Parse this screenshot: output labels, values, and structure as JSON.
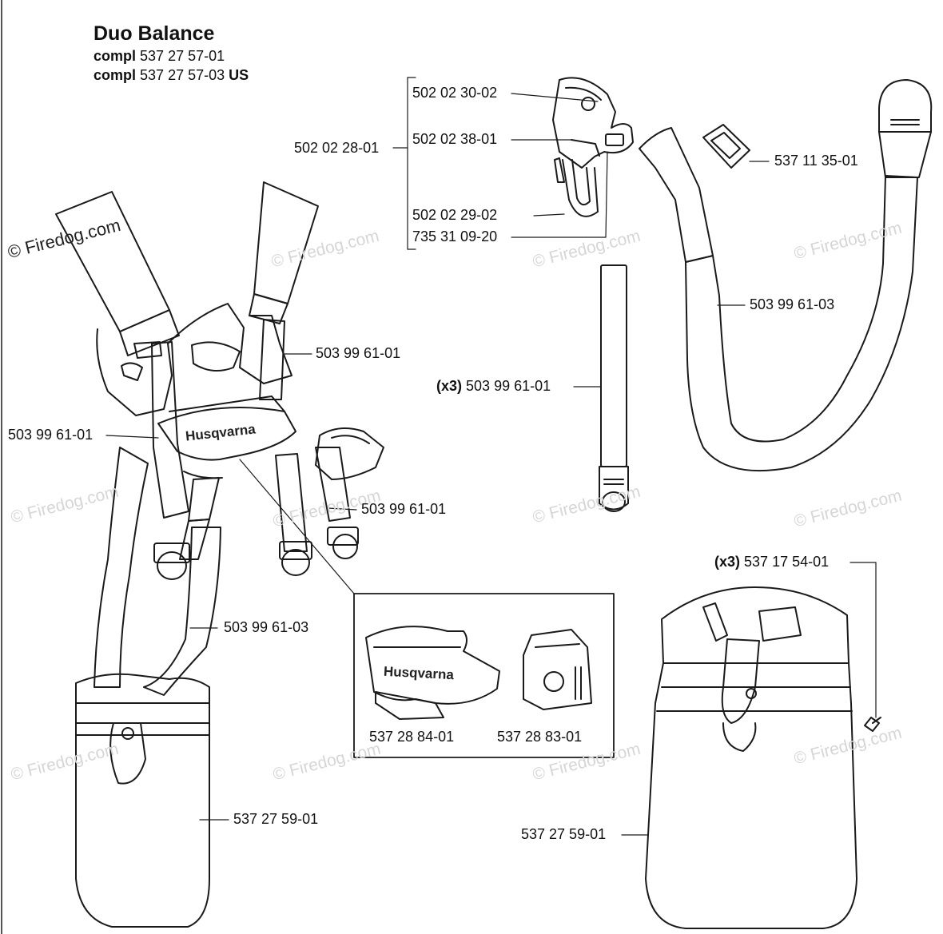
{
  "title": "Duo Balance",
  "subtitles": [
    {
      "prefix": "compl",
      "number": "537 27 57-01",
      "suffix": ""
    },
    {
      "prefix": "compl",
      "number": "537 27 57-03",
      "suffix": "US"
    }
  ],
  "watermark": "© Firedog.com",
  "watermark_main": "© Firedog.com",
  "brand_logo": "Husqvarna",
  "labels": {
    "p_502_02_30_02": "502 02 30-02",
    "p_502_02_38_01": "502 02 38-01",
    "p_502_02_28_01": "502 02 28-01",
    "p_502_02_29_02": "502 02 29-02",
    "p_735_31_09_20": "735 31 09-20",
    "p_537_11_35_01": "537 11 35-01",
    "p_503_99_61_03_right": "503 99 61-03",
    "p_503_99_61_01_top": "503 99 61-01",
    "p_x3_prefix": "(x3)",
    "p_503_99_61_01_x3": "503 99 61-01",
    "p_503_99_61_01_left": "503 99 61-01",
    "p_503_99_61_01_mid": "503 99 61-01",
    "p_503_99_61_03_left": "503 99 61-03",
    "p_537_28_84_01": "537 28 84-01",
    "p_537_28_83_01": "537 28 83-01",
    "p_537_27_59_01_left": "537 27 59-01",
    "p_537_27_59_01_right": "537 27 59-01",
    "p_x3_prefix_b": "(x3)",
    "p_537_17_54_01": "537 17 54-01"
  },
  "colors": {
    "line": "#1a1a1a",
    "watermark": "#d6d6d6",
    "background": "#ffffff"
  }
}
